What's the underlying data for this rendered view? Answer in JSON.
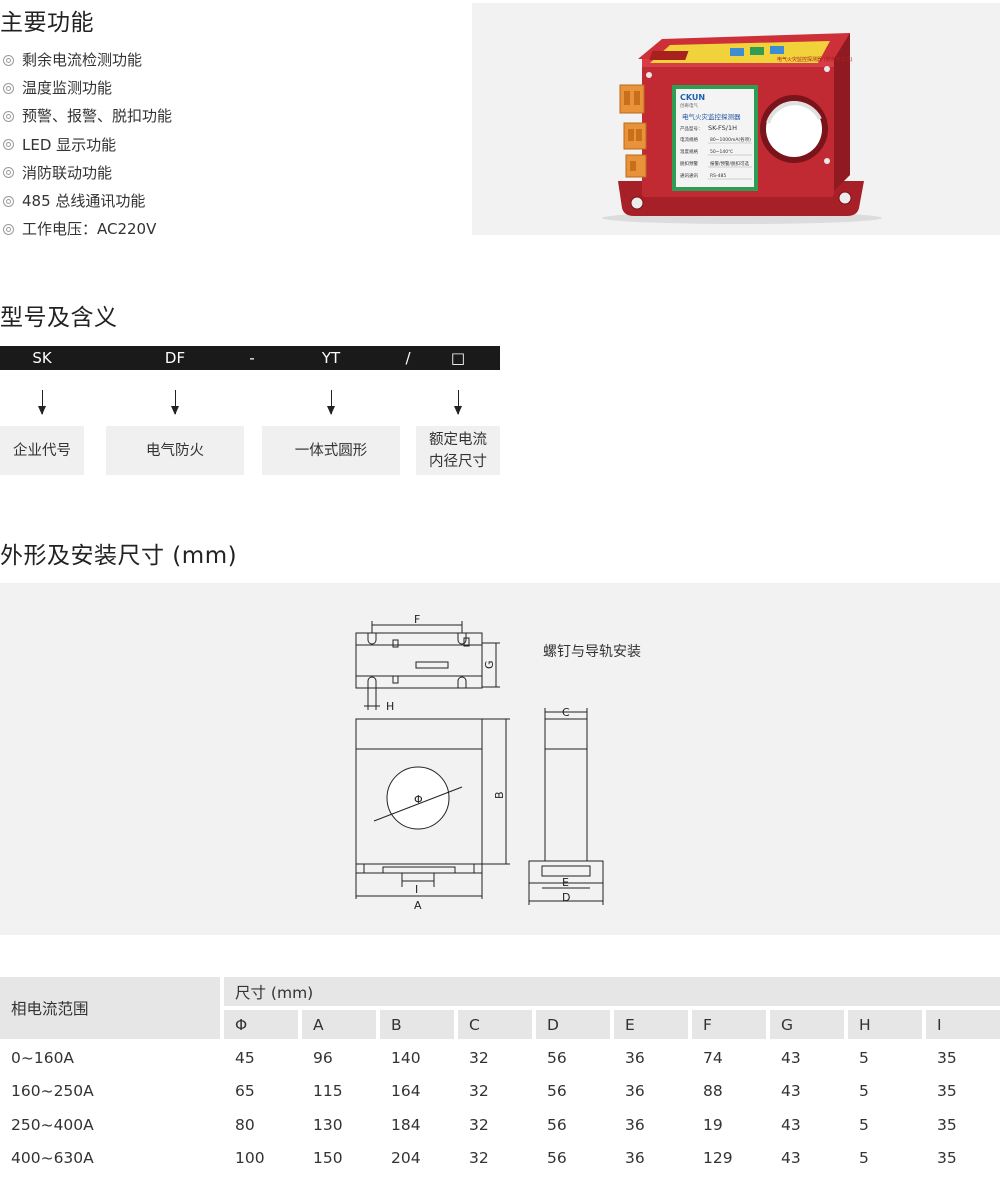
{
  "sections": {
    "functions_title": "主要功能",
    "model_title": "型号及含义",
    "dimensions_title": "外形及安装尺寸 (mm)"
  },
  "features": [
    "剩余电流检测功能",
    "温度监测功能",
    "预警、报警、脱扣功能",
    "LED 显示功能",
    "消防联动功能",
    "485 总线通讯功能",
    "工作电压：AC220V"
  ],
  "product_label": {
    "brand": "CKUN",
    "brand_sub": "创奇电气",
    "title": "电气火灾监控探测器",
    "model_key": "产品型号：",
    "model": "SK-FS/1H",
    "rows": [
      [
        "电流规格",
        "80~1000mA(各项)"
      ],
      [
        "温度规格",
        "50~140℃"
      ],
      [
        "脱扣预警",
        "报警/预警/脱扣可选"
      ],
      [
        "通讯通讯",
        "RS-485"
      ]
    ],
    "top_strip": "电气火灾监控探测器 (剩余电流式)"
  },
  "model_code": {
    "segments": [
      "SK",
      "DF",
      "-",
      "YT",
      "/",
      "□"
    ],
    "meanings": [
      "企业代号",
      "电气防火",
      "一体式圆形",
      "额定电流\n内径尺寸"
    ]
  },
  "drawing": {
    "note": "螺钉与导轨安装",
    "labels": {
      "F": "F",
      "G": "G",
      "H": "H",
      "B": "B",
      "C": "C",
      "E": "E",
      "D": "D",
      "A": "A",
      "I": "I",
      "phi": "Φ"
    }
  },
  "table": {
    "row_header": "相电流范围",
    "group_header": "尺寸 (mm)",
    "columns": [
      "Φ",
      "A",
      "B",
      "C",
      "D",
      "E",
      "F",
      "G",
      "H",
      "I"
    ],
    "rows": [
      {
        "range": "0~160A",
        "values": [
          "45",
          "96",
          "140",
          "32",
          "56",
          "36",
          "74",
          "43",
          "5",
          "35"
        ]
      },
      {
        "range": "160~250A",
        "values": [
          "65",
          "115",
          "164",
          "32",
          "56",
          "36",
          "88",
          "43",
          "5",
          "35"
        ]
      },
      {
        "range": "250~400A",
        "values": [
          "80",
          "130",
          "184",
          "32",
          "56",
          "36",
          "19",
          "43",
          "5",
          "35"
        ]
      },
      {
        "range": "400~630A",
        "values": [
          "100",
          "150",
          "204",
          "32",
          "56",
          "36",
          "129",
          "43",
          "5",
          "35"
        ]
      }
    ]
  },
  "colors": {
    "device_red": "#b8262e",
    "label_green": "#2f9e54",
    "terminal_orange": "#e8933a",
    "panel_yellow": "#f2d23a",
    "bar_dark": "#1a1a1a",
    "table_header": "#e6e6e6"
  }
}
